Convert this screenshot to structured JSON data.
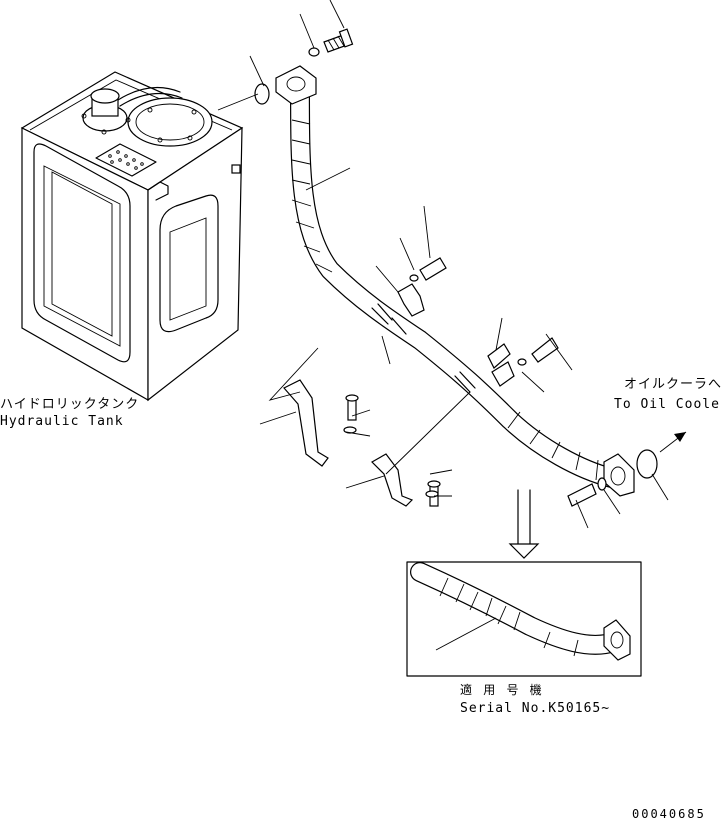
{
  "labels": {
    "tank_jp": "ハイドロリックタンク",
    "tank_en": "Hydraulic Tank",
    "cooler_jp": "オイルクーラへ",
    "cooler_en": "To Oil Cooler",
    "serial_jp": "適 用 号 機",
    "serial_en": "Serial No.K50165~",
    "drawing_no": "00040685"
  }
}
